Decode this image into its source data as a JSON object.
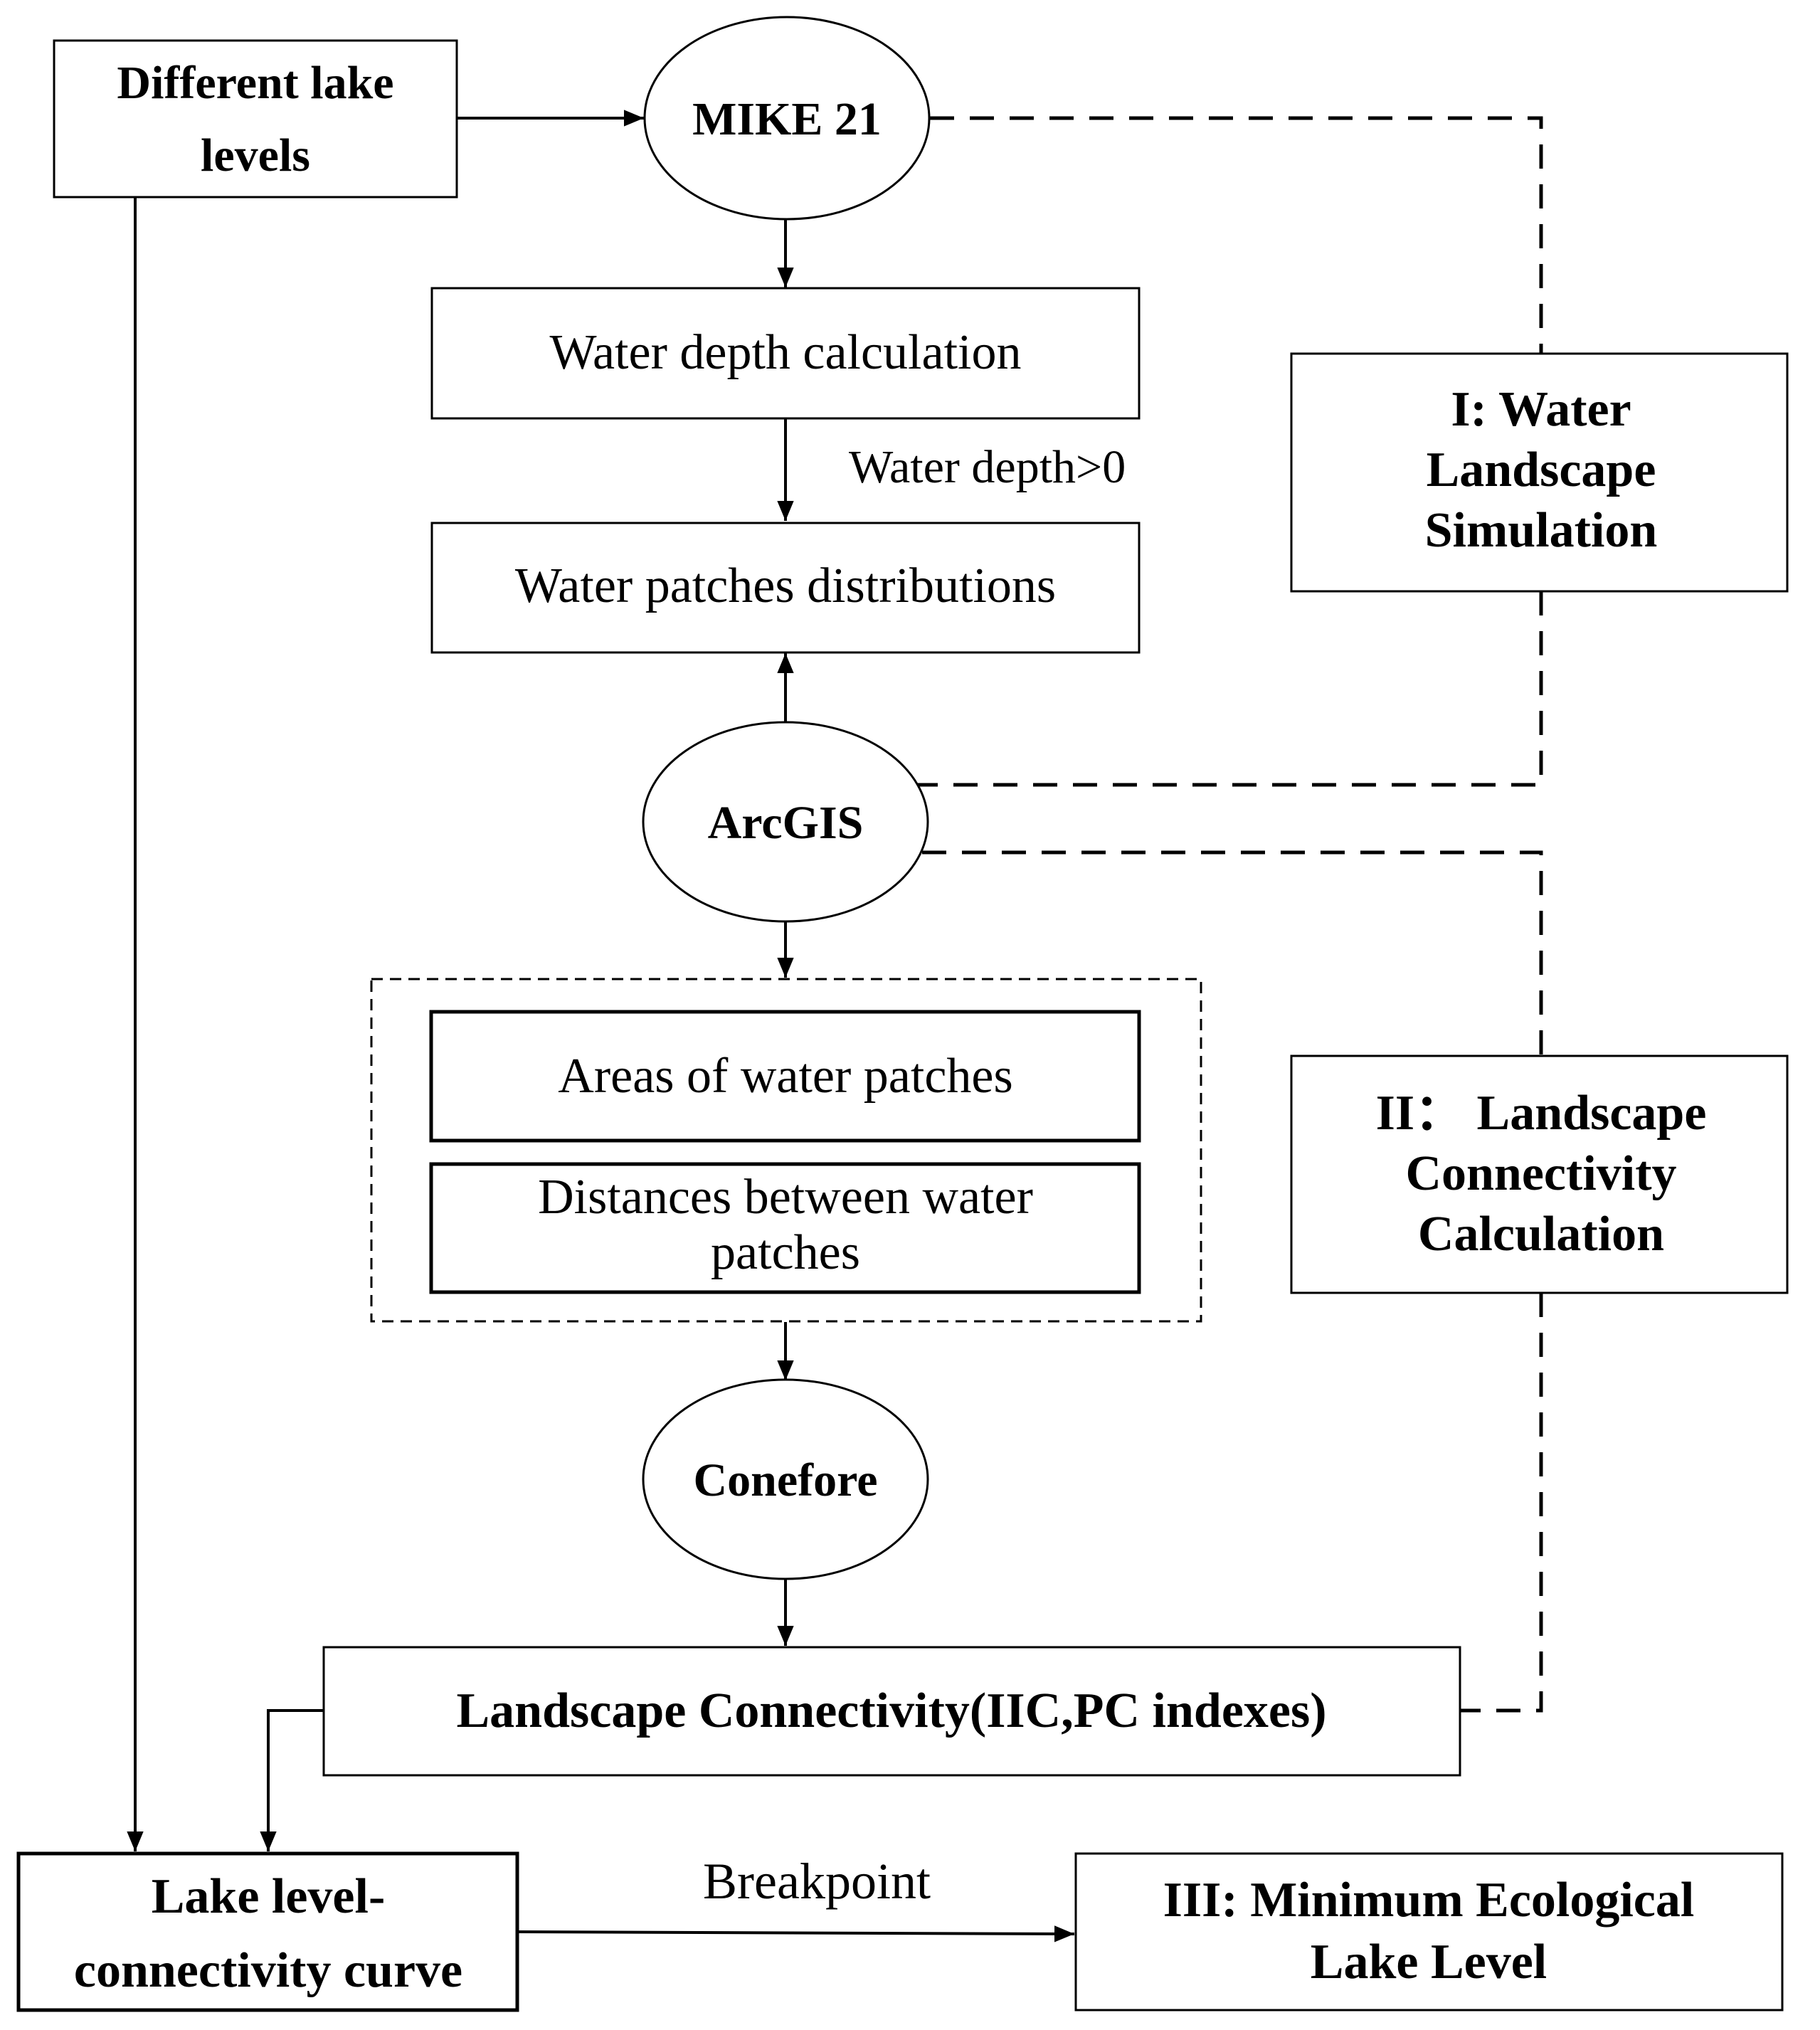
{
  "nodes": {
    "different_lake_levels": {
      "line1": "Different lake",
      "line2": "levels"
    },
    "mike21": {
      "label": "MIKE 21"
    },
    "water_depth_calc": {
      "label": "Water depth calculation"
    },
    "water_patches_dist": {
      "label": "Water patches distributions"
    },
    "arcgis": {
      "label": "ArcGIS"
    },
    "areas_patches": {
      "label": "Areas of water patches"
    },
    "distances_patches": {
      "line1": "Distances between water",
      "line2": "patches"
    },
    "conefore": {
      "label": "Conefore"
    },
    "landscape_connectivity": {
      "label": "Landscape Connectivity(IIC,PC indexes)"
    },
    "lake_level_curve": {
      "line1": "Lake level-",
      "line2": "connectivity curve"
    },
    "min_ecological": {
      "line1": "III: Minimum Ecological",
      "line2": "Lake Level"
    }
  },
  "stages": {
    "stage1": {
      "line1": "I: Water",
      "line2": "Landscape",
      "line3": "Simulation"
    },
    "stage2": {
      "line1": "II： Landscape",
      "line2": "Connectivity",
      "line3": "Calculation"
    }
  },
  "edge_labels": {
    "depth_condition": "Water depth>0",
    "breakpoint": "Breakpoint"
  }
}
